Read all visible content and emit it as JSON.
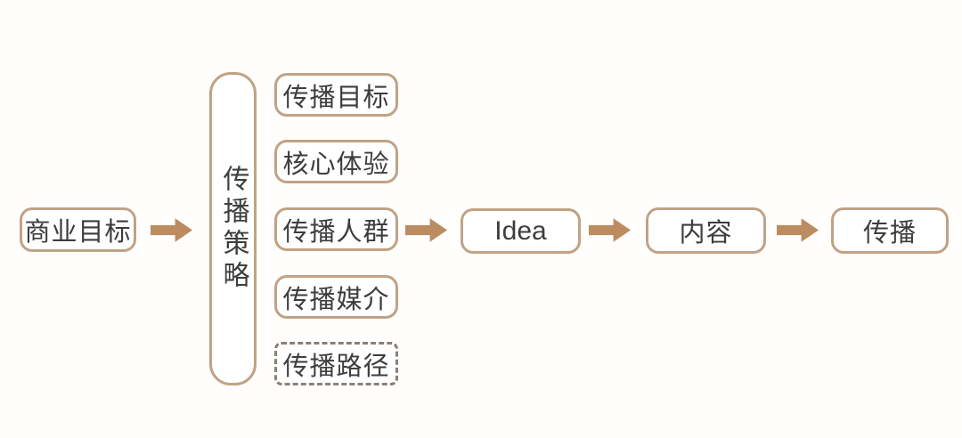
{
  "diagram": {
    "title": "communication-strategy-flow",
    "colors": {
      "box_border": "#c1a284",
      "dashed_box_border": "#8a8078",
      "arrow": "#bc8b60",
      "text": "#3d3d3d",
      "background": "#fffefd"
    },
    "nodes": {
      "business_goal": "商业目标",
      "strategy": "传播策略",
      "idea": "Idea",
      "content": "内容",
      "spread": "传播"
    },
    "strategy_items": [
      {
        "label": "传播目标",
        "style": "solid"
      },
      {
        "label": "核心体验",
        "style": "solid"
      },
      {
        "label": "传播人群",
        "style": "solid"
      },
      {
        "label": "传播媒介",
        "style": "solid"
      },
      {
        "label": "传播路径",
        "style": "dashed"
      }
    ],
    "icons": {
      "arrow_right": "block-arrow-right"
    }
  }
}
